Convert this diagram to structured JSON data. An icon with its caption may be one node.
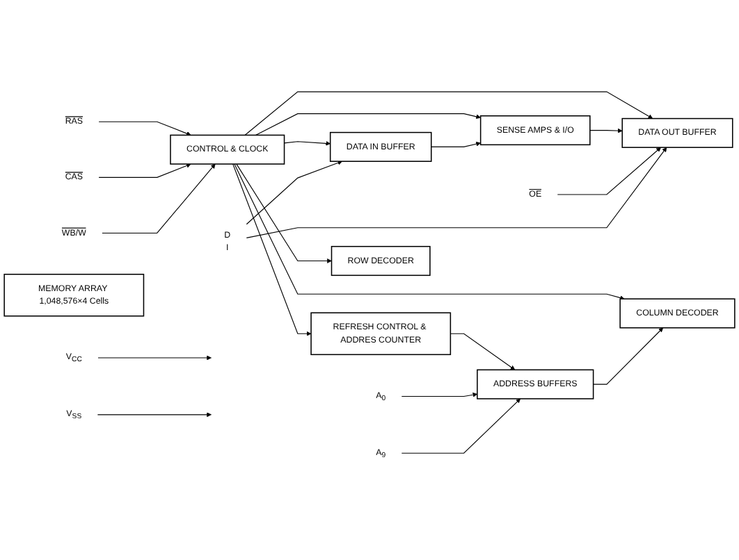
{
  "diagram": {
    "nodes": [
      {
        "text": [
          "RAS"
        ]
      },
      {
        "text": [
          "CAS"
        ]
      },
      {
        "text": [
          "WB/W"
        ]
      },
      {
        "text": [
          "CONTROL & CLOCK"
        ]
      },
      {
        "text": [
          "REFRESH CONTROL & ADDRES COUNTER"
        ]
      },
      {
        "text": [
          "COLUMN DECODER"
        ]
      },
      {
        "text": [
          "SENSE AMPS & I/O"
        ]
      },
      {
        "text": [
          "DATA IN BUFFER"
        ]
      },
      {
        "text": [
          "DATA OUT BUFFER"
        ]
      },
      {
        "text": [
          "A$_{0}$"
        ]
      },
      {
        "text": [
          "A$_{9}$"
        ]
      },
      {
        "text": [
          "ADDRESS BUFFERS"
        ]
      },
      {
        "text": [
          "ROW DECODER"
        ]
      },
      {
        "text": [
          "MEMORY ARRAY 1,048,576×4 Cells"
        ]
      },
      {
        "text": [
          "OE"
        ]
      },
      {
        "text": [
          "D",
          "I"
        ]
      },
      {
        "text": [
          "V$_{CC}$"
        ]
      },
      {
        "text": [
          "V$_{SS}$"
        ]
      }
    ],
    "edges": [
      {
        "from": 0,
        "to": 3,
        "arrow": "to"
      },
      {
        "from": 1,
        "to": 3,
        "arrow": "to"
      },
      {
        "from": 2,
        "to": 3,
        "arrow": "to"
      },
      {
        "from": 3,
        "to": 7,
        "arrow": "to"
      },
      {
        "from": 3,
        "to": 8,
        "arrow": "to"
      },
      {
        "from": 3,
        "to": 4,
        "arrow": "to"
      },
      {
        "from": 3,
        "to": 5,
        "arrow": "to"
      },
      {
        "from": 3,
        "to": 6,
        "arrow": "to"
      },
      {
        "from": 3,
        "to": 12,
        "arrow": "to"
      },
      {
        "from": 4,
        "to": 11,
        "arrow": "to"
      },
      {
        "from": 11,
        "to": 5,
        "arrow": "to"
      },
      {
        "from": 9,
        "to": 11,
        "arrow": "to"
      },
      {
        "from": 10,
        "to": 11,
        "arrow": "to"
      },
      {
        "from": 7,
        "to": 6,
        "arrow": "to"
      },
      {
        "from": 6,
        "to": 8,
        "arrow": "to"
      },
      {
        "from": 14,
        "to": 8,
        "arrow": "to"
      },
      {
        "from": 15,
        "to": 7,
        "arrow": "to"
      },
      {
        "from": 15,
        "to": 8,
        "arrow": "to"
      },
      {
        "from": 16,
        "to": null,
        "arrow": "to"
      },
      {
        "from": 17,
        "to": null,
        "arrow": "to"
      }
    ]
  }
}
